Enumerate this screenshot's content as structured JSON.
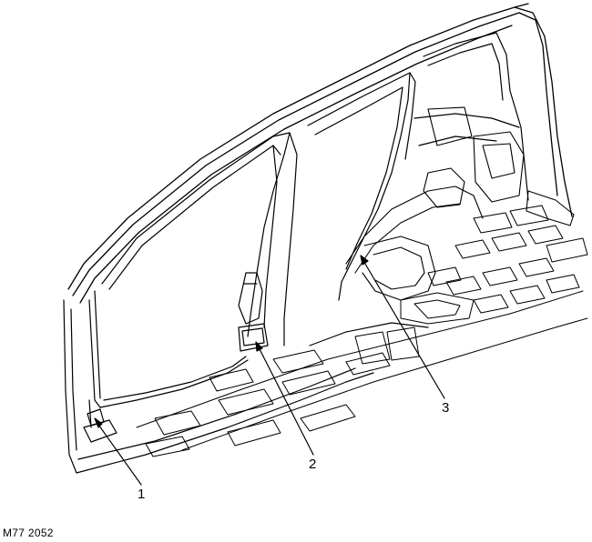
{
  "figure": {
    "id_text": "M77 2052"
  },
  "callouts": [
    {
      "number": "1"
    },
    {
      "number": "2"
    },
    {
      "number": "3"
    }
  ],
  "colors": {
    "line": "#000000",
    "background": "#ffffff"
  }
}
